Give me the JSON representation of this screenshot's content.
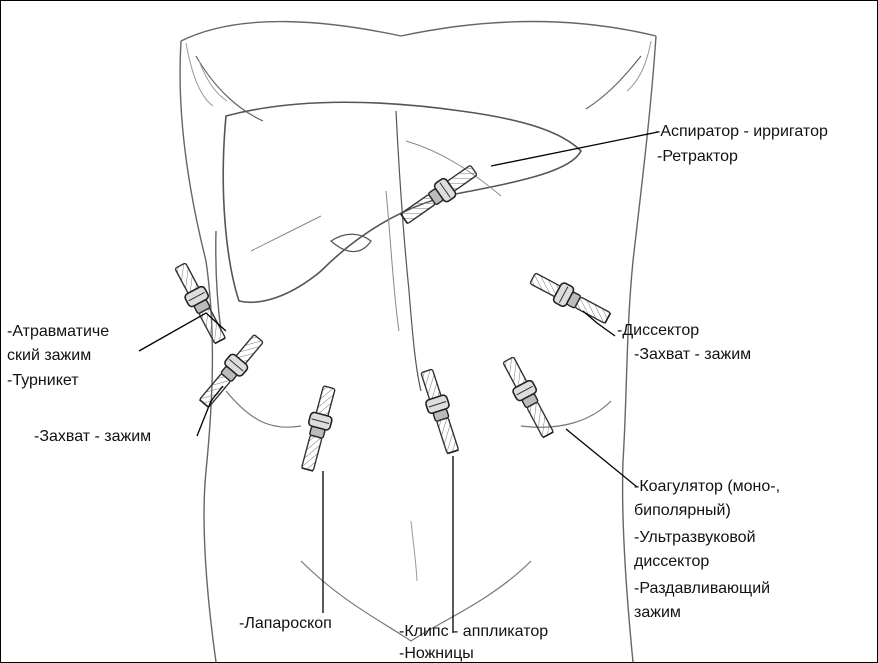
{
  "labels": {
    "aspirator": "-Аспиратор - ирригатор",
    "retractor": "-Ретрактор",
    "atraumatic_1": "-Атравматиче",
    "atraumatic_2": "ский зажим",
    "tourniquet": "-Турникет",
    "grasper_left": "-Захват - зажим",
    "dissector": "-Диссектор",
    "grasper_right": "-Захват - зажим",
    "coag_1": "-Коагулятор (моно-,",
    "coag_2": "биполярный)",
    "ultra_1": "-Ультразвуковой",
    "ultra_2": "диссектор",
    "crush_1": "-Раздавливающий",
    "crush_2": "зажим",
    "laparoscope": "-Лапароскоп",
    "clip_applier": "-Клипс - аппликатор",
    "scissors": "-Ножницы"
  }
}
